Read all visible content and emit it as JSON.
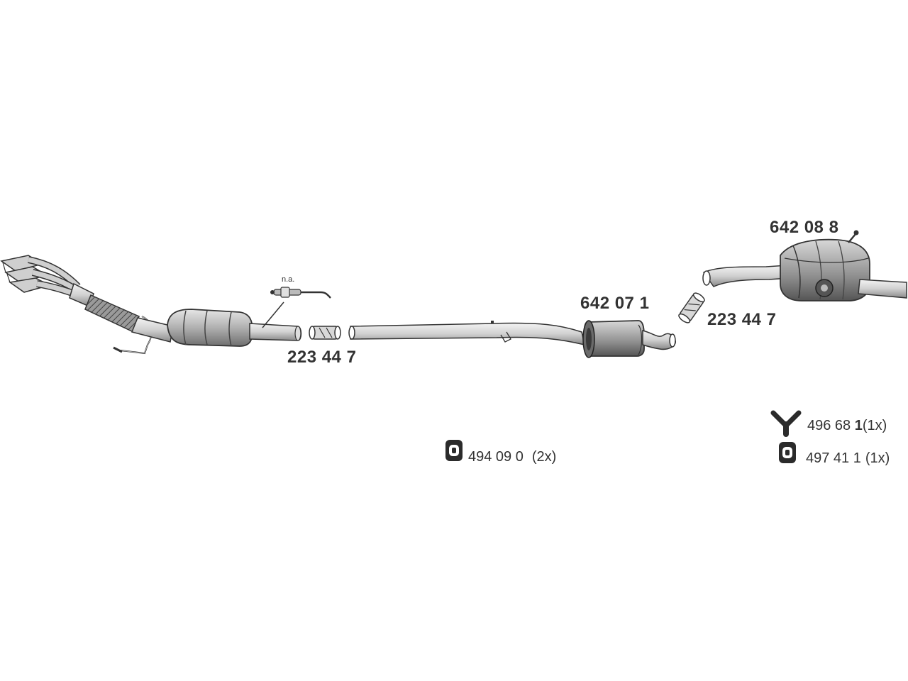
{
  "labels": {
    "pa_note": "n.a.",
    "gasket_front": "223 44 7",
    "gasket_rear": "223 44 7",
    "middle_silencer": "642 07 1",
    "rear_silencer": "642 08 8"
  },
  "accessories": [
    {
      "number": "494 09 0",
      "qty": "(2x)",
      "icon": "rubber-mount-icon"
    },
    {
      "number_main": "496 68 ",
      "number_bold": "1",
      "qty": "(1x)",
      "icon": "y-hanger-icon"
    },
    {
      "number": "497 41 1",
      "qty": "(1x)",
      "icon": "rubber-mount-icon"
    }
  ]
}
